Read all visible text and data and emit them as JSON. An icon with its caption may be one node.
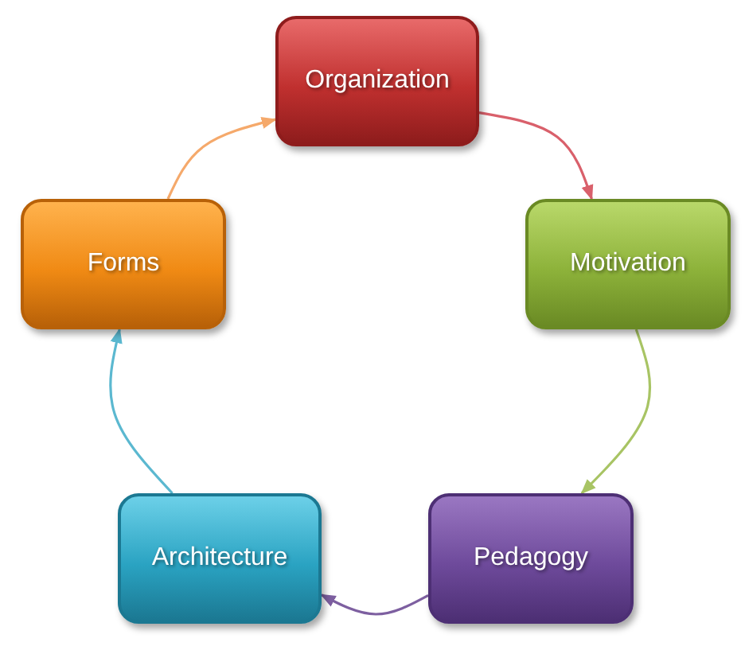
{
  "diagram": {
    "nodes": [
      {
        "text": [
          "Organization"
        ]
      },
      {
        "text": [
          "Motivation"
        ]
      },
      {
        "text": [
          "Pedagogy"
        ]
      },
      {
        "text": [
          "Architecture"
        ]
      },
      {
        "text": [
          "Forms"
        ]
      }
    ],
    "edges": [
      {
        "from": 0,
        "to": 1,
        "arrow": "to",
        "color": "#d9606b"
      },
      {
        "from": 1,
        "to": 2,
        "arrow": "to",
        "color": "#a8c464"
      },
      {
        "from": 2,
        "to": 3,
        "arrow": "to",
        "color": "#7d5fa0"
      },
      {
        "from": 3,
        "to": 4,
        "arrow": "to",
        "color": "#5bb8d0"
      },
      {
        "from": 4,
        "to": 0,
        "arrow": "to",
        "color": "#f5a96b"
      }
    ]
  }
}
